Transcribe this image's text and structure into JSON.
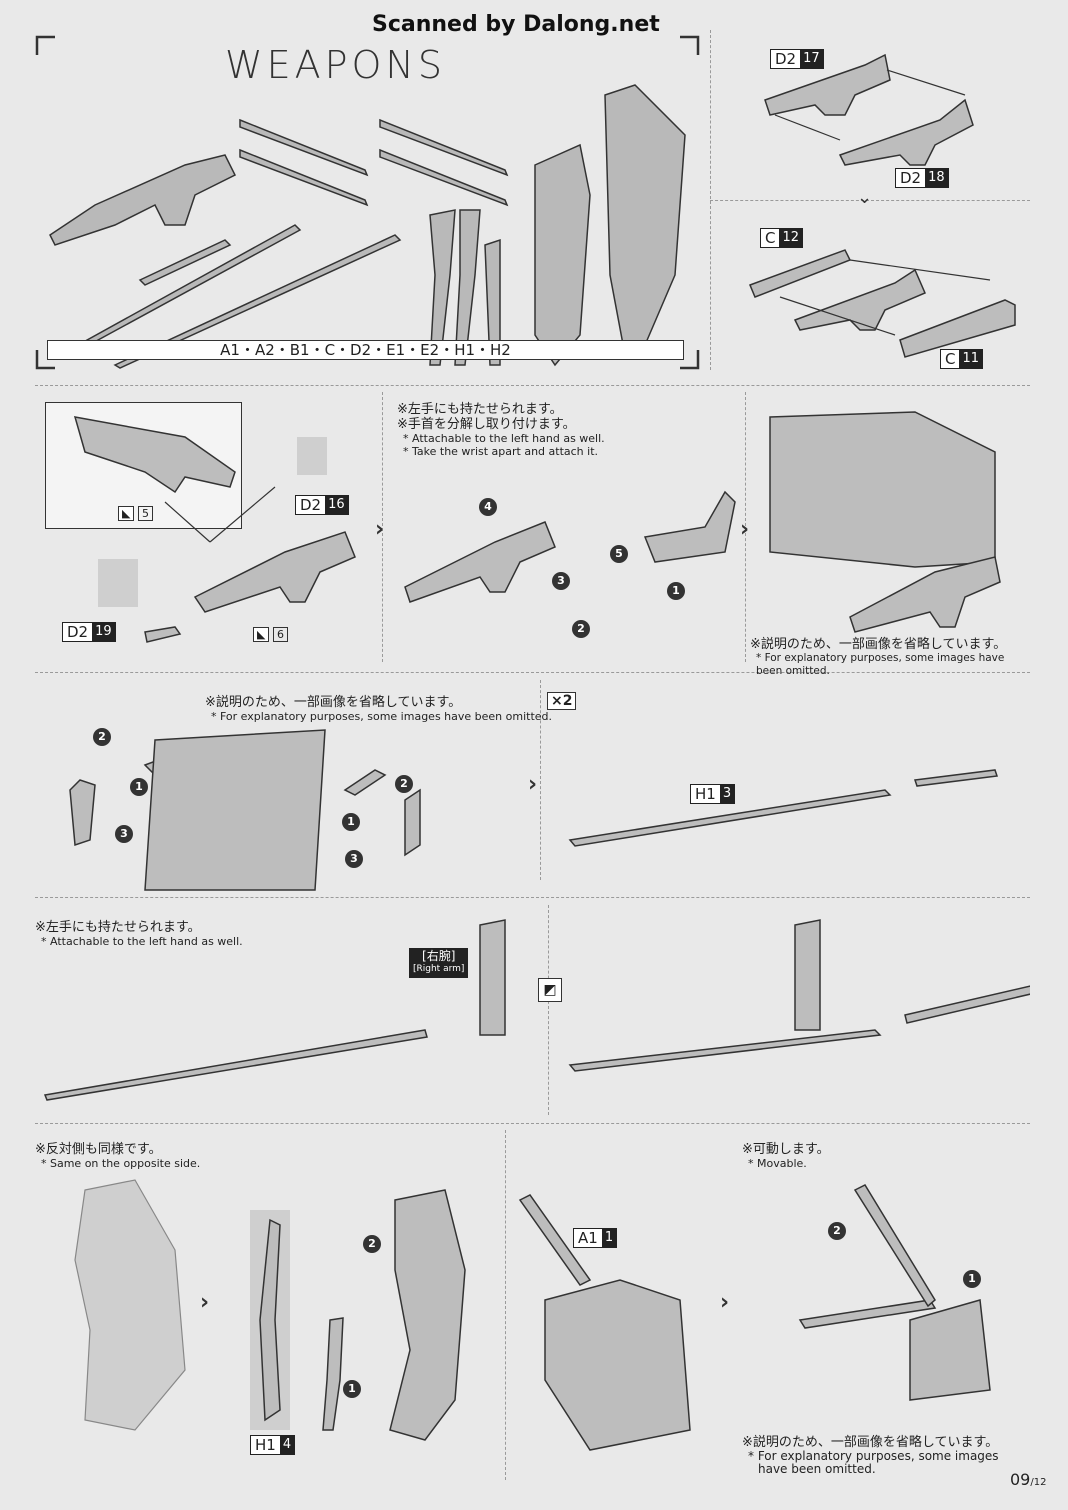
{
  "header": {
    "scanner": "Scanned by Dalong.net"
  },
  "weapons": {
    "title": "WEAPONS",
    "parts_list": "A1・A2・B1・C・D2・E1・E2・H1・H2"
  },
  "rifle_assembly": {
    "tag_d2_17": {
      "letter": "D2",
      "num": "17"
    },
    "tag_d2_18": {
      "letter": "D2",
      "num": "18"
    },
    "tag_c_12": {
      "letter": "C",
      "num": "12"
    },
    "tag_c_11": {
      "letter": "C",
      "num": "11"
    }
  },
  "step_rifle": {
    "tag_d2_16": {
      "letter": "D2",
      "num": "16"
    },
    "tag_d2_19": {
      "letter": "D2",
      "num": "19"
    },
    "sticker_5": "5",
    "sticker_6": "6",
    "note_jp_1": "※左手にも持たせられます。",
    "note_jp_2": "※手首を分解し取り付けます。",
    "note_en_1": "* Attachable to the left hand as well.",
    "note_en_2": "* Take the wrist apart and attach it.",
    "omit_jp": "※説明のため、一部画像を省略しています。",
    "omit_en": "* For explanatory purposes, some images have been omitted.",
    "steps": [
      "1",
      "2",
      "3",
      "4",
      "5"
    ]
  },
  "step_saber": {
    "omit_jp": "※説明のため、一部画像を省略しています。",
    "omit_en": "* For explanatory purposes, some images have been omitted.",
    "multiplier": "×2",
    "tag_h1_3": {
      "letter": "H1",
      "num": "3"
    },
    "steps": [
      "1",
      "2",
      "3"
    ]
  },
  "step_saber_hold": {
    "note_jp": "※左手にも持たせられます。",
    "note_en": "* Attachable to the left hand as well.",
    "right_arm_jp": "[右腕]",
    "right_arm_en": "[Right arm]"
  },
  "step_leg": {
    "note_jp": "※反対側も同様です。",
    "note_en": "* Same on the opposite side.",
    "tag_h1_4": {
      "letter": "H1",
      "num": "4"
    },
    "steps": [
      "1",
      "2"
    ]
  },
  "step_wing": {
    "tag_a1_1": {
      "letter": "A1",
      "num": "1"
    },
    "note_jp": "※可動します。",
    "note_en": "* Movable.",
    "omit_jp": "※説明のため、一部画像を省略しています。",
    "omit_en_1": "* For explanatory purposes, some images",
    "omit_en_2": "have been omitted.",
    "steps": [
      "1",
      "2"
    ]
  },
  "page_number": "09",
  "page_total": "/12"
}
